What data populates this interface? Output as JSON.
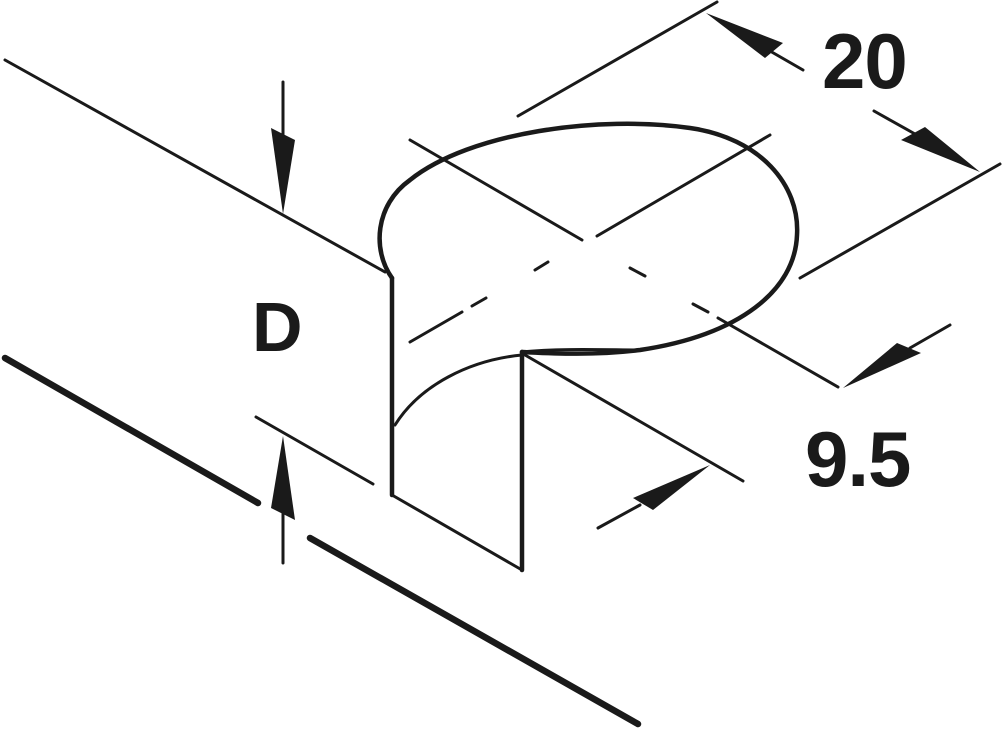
{
  "drawing": {
    "type": "isometric technical drawing",
    "subject": "cylindrical connector housing set into panel",
    "line_color": "#1a1a1a",
    "background": "#ffffff"
  },
  "dimensions": {
    "diameter": {
      "label": "20",
      "description": "cylinder diameter"
    },
    "depth": {
      "label": "9.5",
      "description": "offset from panel edge to cylinder center"
    },
    "thickness": {
      "label": "D",
      "description": "panel thickness"
    }
  }
}
